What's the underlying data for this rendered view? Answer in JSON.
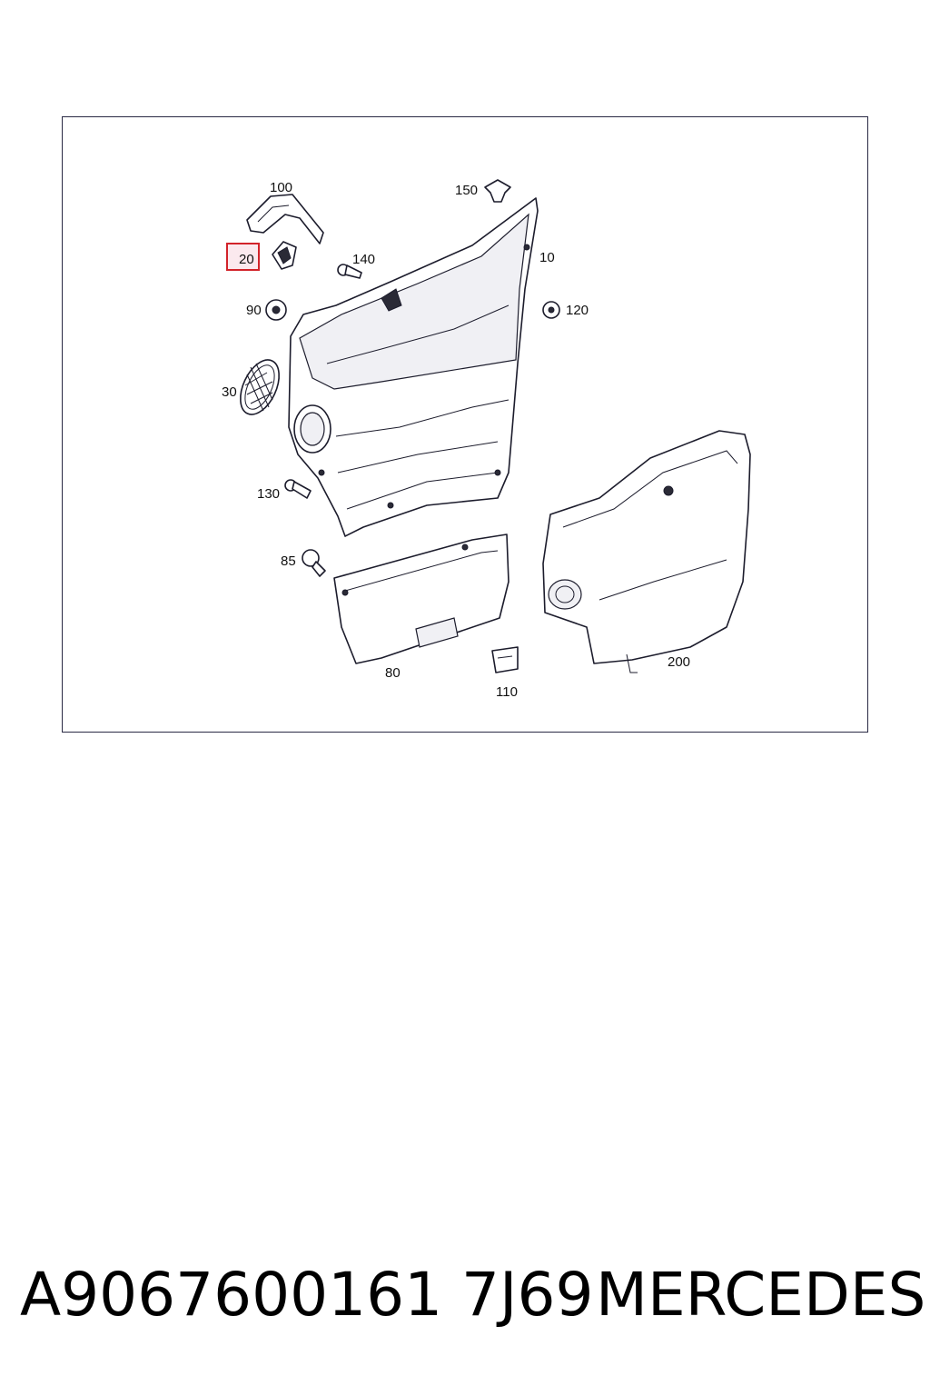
{
  "diagram": {
    "callouts": {
      "c10": "10",
      "c20": "20",
      "c30": "30",
      "c80": "80",
      "c85": "85",
      "c90": "90",
      "c100": "100",
      "c110": "110",
      "c120": "120",
      "c130": "130",
      "c140": "140",
      "c150": "150",
      "c200": "200"
    },
    "highlighted_callout": "20",
    "highlight_color": "#d2232a"
  },
  "footer": {
    "part_number": "A9067600161 7J69",
    "brand": "MERCEDES"
  }
}
